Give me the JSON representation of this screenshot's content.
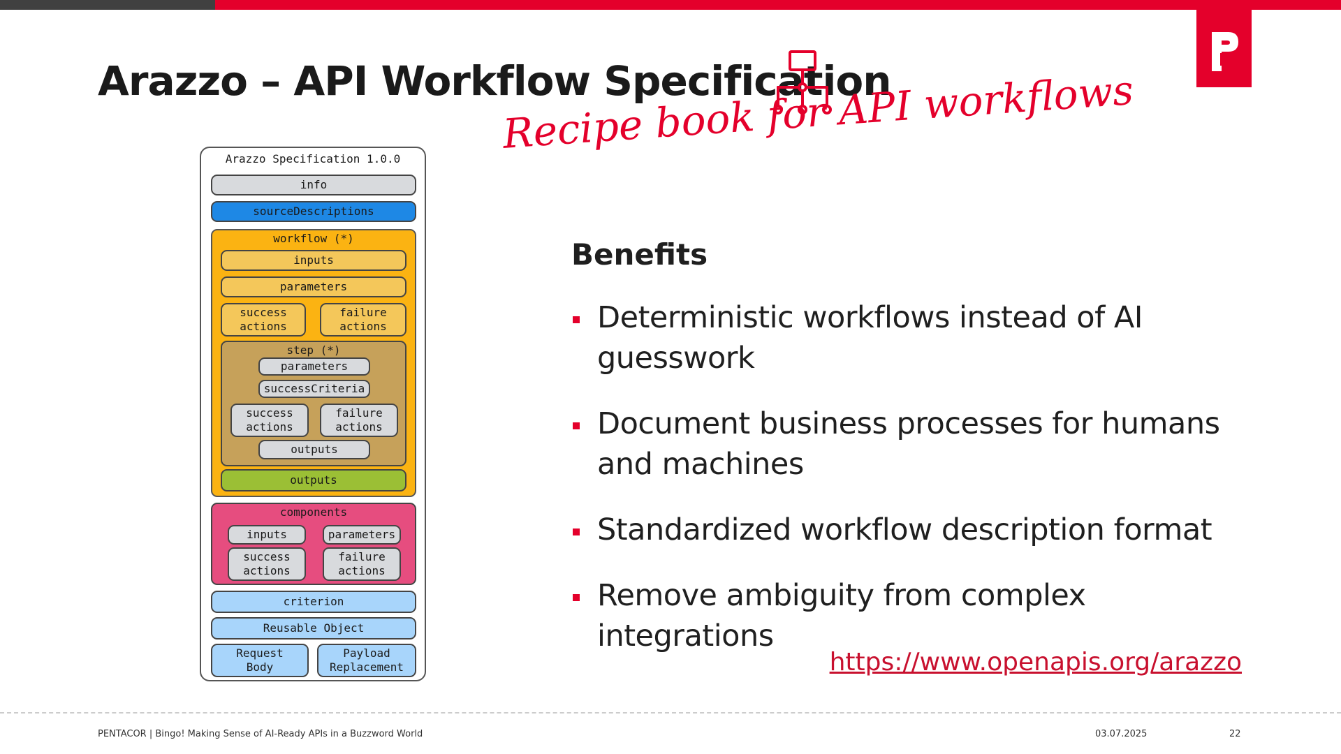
{
  "header": {
    "title": "Arazzo – API Workflow Specification",
    "tagline": "Recipe book for API workflows"
  },
  "diagram": {
    "heading": "Arazzo Specification 1.0.0",
    "info": "info",
    "source_descriptions": "sourceDescriptions",
    "workflow": {
      "label": "workflow (*)",
      "inputs": "inputs",
      "parameters": "parameters",
      "success_actions": "success\nactions",
      "failure_actions": "failure\nactions",
      "step": {
        "label": "step (*)",
        "parameters": "parameters",
        "success_criteria": "successCriteria",
        "success_actions": "success\nactions",
        "failure_actions": "failure\nactions",
        "outputs": "outputs"
      },
      "outputs": "outputs"
    },
    "components": {
      "label": "components",
      "inputs": "inputs",
      "parameters": "parameters",
      "success_actions": "success\nactions",
      "failure_actions": "failure\nactions"
    },
    "criterion": "criterion",
    "reusable_object": "Reusable Object",
    "request_body": "Request\nBody",
    "payload_replacement": "Payload\nReplacement"
  },
  "benefits": {
    "heading": "Benefits",
    "items": [
      "Deterministic workflows instead of AI guesswork",
      "Document business processes for humans and machines",
      "Standardized workflow description format",
      "Remove ambiguity from complex integrations"
    ],
    "link": "https://www.openapis.org/arazzo"
  },
  "footer": {
    "text": "PENTACOR | Bingo! Making Sense of AI-Ready APIs in a Buzzword World",
    "date": "03.07.2025",
    "page": "22"
  },
  "colors": {
    "accent": "#e4002b",
    "dark_bar": "#404040",
    "blue": "#1e88e5",
    "orange": "#fbb312",
    "pink": "#e64d7f",
    "light_blue": "#a8d5fb",
    "green": "#9bbf35"
  },
  "icons": {
    "logo": "pentacor-logo",
    "workflow": "workflow-hierarchy-icon"
  }
}
